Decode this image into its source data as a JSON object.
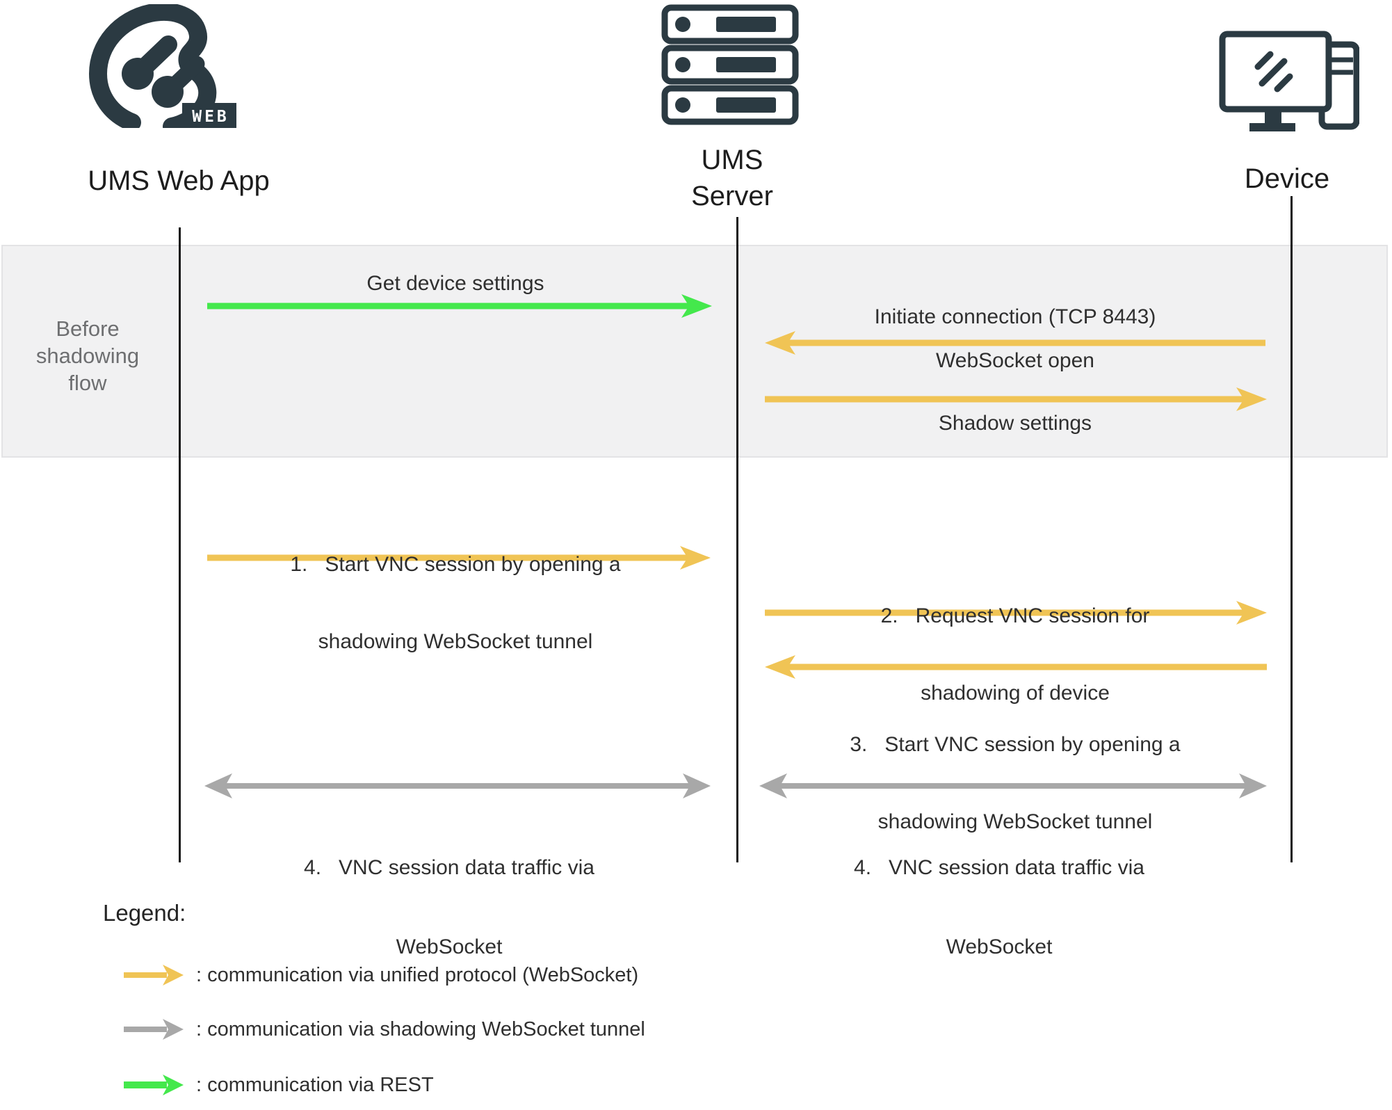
{
  "actors": {
    "web_app": {
      "label": "UMS Web App",
      "badge": "WEB"
    },
    "server": {
      "label_line1": "UMS",
      "label_line2": "Server"
    },
    "device": {
      "label": "Device"
    }
  },
  "phase": {
    "line1": "Before",
    "line2": "shadowing",
    "line3": "flow"
  },
  "messages": {
    "get_device_settings": {
      "text": "Get device settings",
      "from": "UMS Web App",
      "to": "UMS Server",
      "protocol": "REST"
    },
    "initiate_connection": {
      "text": "Initiate connection (TCP 8443)",
      "from": "Device",
      "to": "UMS Server",
      "protocol": "unified protocol (WebSocket)"
    },
    "websocket_open": {
      "text": "WebSocket open",
      "from": "UMS Server",
      "to": "Device",
      "protocol": "unified protocol (WebSocket)"
    },
    "shadow_settings": {
      "text": "Shadow settings",
      "from": "UMS Server",
      "to": "Device",
      "protocol": "unified protocol (WebSocket)"
    },
    "step1": {
      "line1": "1.   Start VNC session by opening a",
      "line2": "shadowing WebSocket tunnel",
      "from": "UMS Web App",
      "to": "UMS Server",
      "protocol": "unified protocol (WebSocket)"
    },
    "step2": {
      "line1": "2.   Request VNC session for",
      "line2": "shadowing of device",
      "from": "UMS Server",
      "to": "Device",
      "protocol": "unified protocol (WebSocket)"
    },
    "step3": {
      "line1": "3.   Start VNC session by opening a",
      "line2": "shadowing WebSocket tunnel",
      "from": "Device",
      "to": "UMS Server",
      "protocol": "unified protocol (WebSocket)"
    },
    "step4_left": {
      "line1": "4.   VNC session data traffic via",
      "line2": "WebSocket",
      "between": "UMS Web App and UMS Server",
      "protocol": "shadowing WebSocket tunnel"
    },
    "step4_right": {
      "line1": "4.   VNC session data traffic via",
      "line2": "WebSocket",
      "between": "UMS Server and Device",
      "protocol": "shadowing WebSocket tunnel"
    }
  },
  "legend": {
    "title": "Legend:",
    "items": [
      {
        "style": "yellow",
        "color": "#F0C455",
        "text": ": communication via unified protocol (WebSocket)"
      },
      {
        "style": "gray",
        "color": "#A8A8A8",
        "text": ": communication via shadowing WebSocket tunnel"
      },
      {
        "style": "green",
        "color": "#44E84C",
        "text": ": communication via REST"
      }
    ]
  },
  "colors": {
    "unified_protocol": "#F0C455",
    "shadowing_tunnel": "#A8A8A8",
    "rest": "#44E84C",
    "icon_dark": "#2B3A42",
    "phase_band_bg": "#F1F1F2",
    "phase_text": "#6E6F71",
    "lifeline": "#161616"
  }
}
